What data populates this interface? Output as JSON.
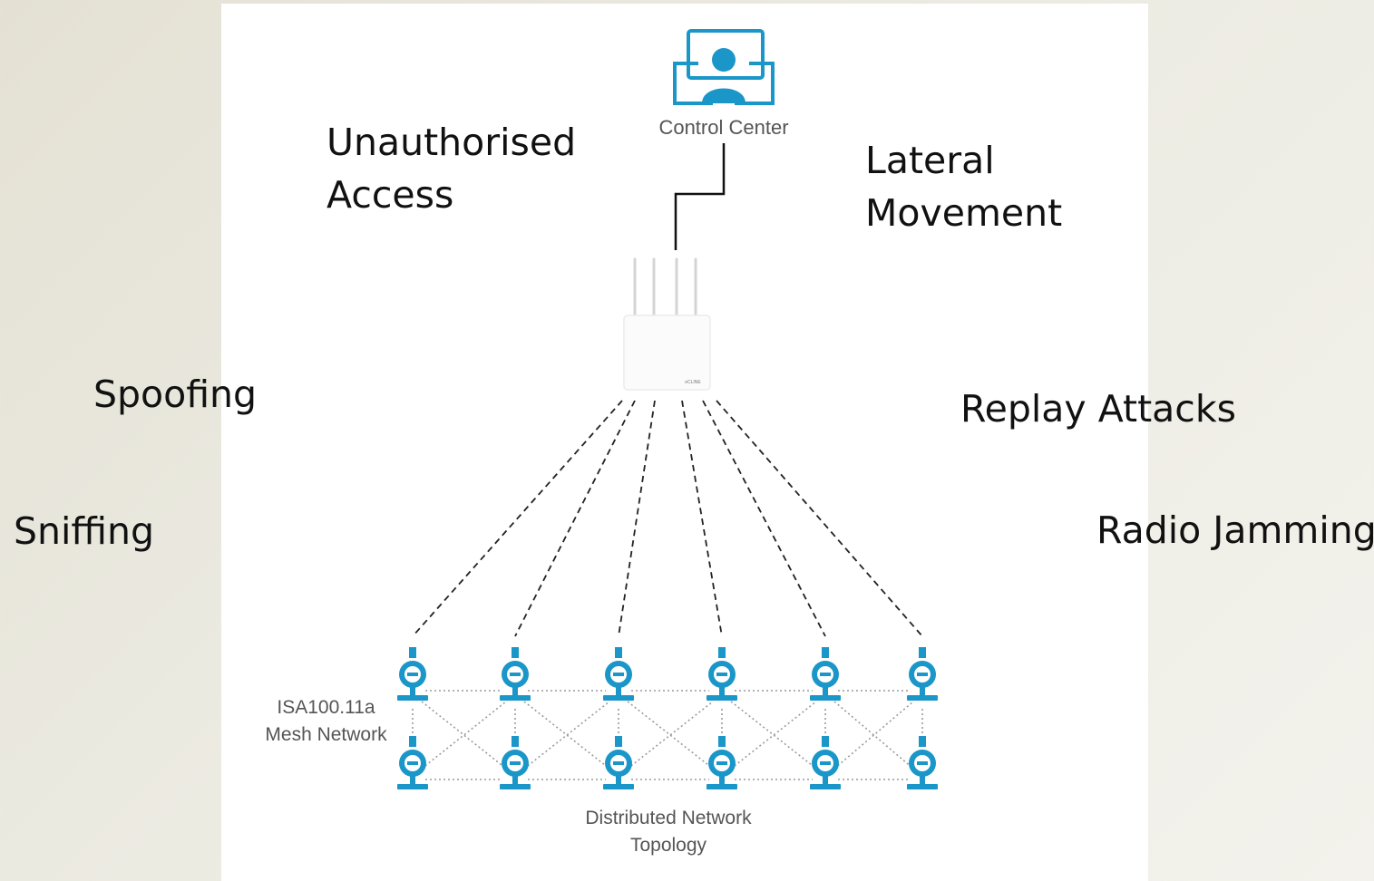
{
  "diagram": {
    "control_center_label": "Control Center",
    "mesh_label_line1": "ISA100.11a",
    "mesh_label_line2": "Mesh Network",
    "topology_label_line1": "Distributed Network",
    "topology_label_line2": "Topology",
    "gateway_brand": "eCLINE"
  },
  "threats": {
    "unauthorised_access_line1": "Unauthorised",
    "unauthorised_access_line2": "Access",
    "lateral_movement_line1": "Lateral",
    "lateral_movement_line2": "Movement",
    "spoofing": "Spoofing",
    "replay_attacks": "Replay Attacks",
    "sniffing": "Sniffing",
    "radio_jamming": "Radio Jamming"
  },
  "colors": {
    "icon_blue": "#1a96c8",
    "link_dashed": "#222222",
    "mesh_dotted": "#9a9a9a"
  }
}
